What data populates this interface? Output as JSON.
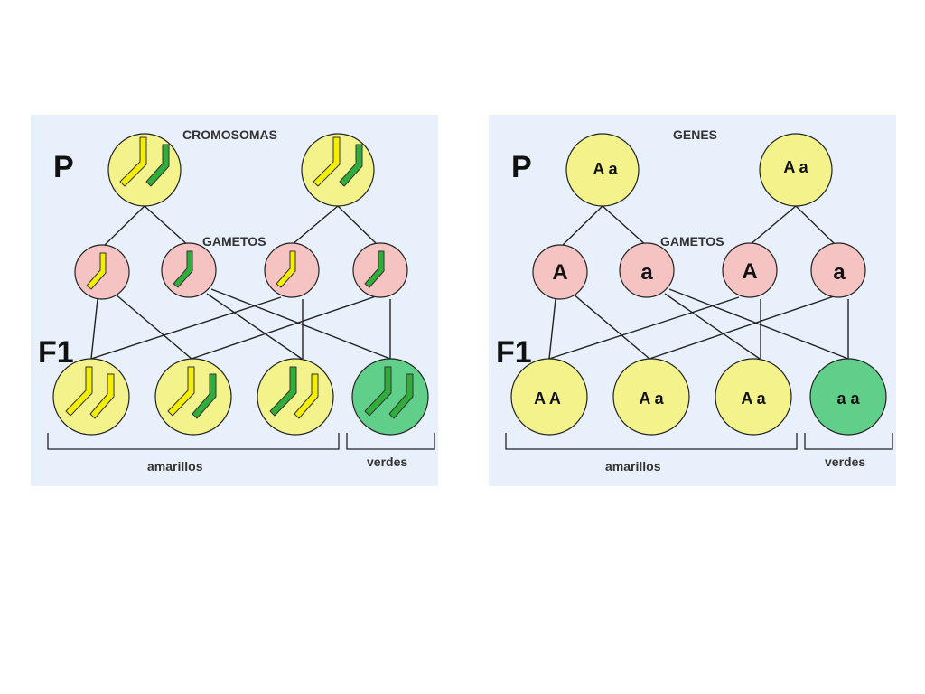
{
  "colors": {
    "panel_bg": "#e8f1fb",
    "yellow_circle": "#f4f28a",
    "pink_circle": "#f6c3c3",
    "green_circle": "#5fcf8a",
    "yellow_chromosome": "#f4ee00",
    "green_chromosome": "#2fae3a",
    "line": "#222222"
  },
  "left": {
    "generation_p": "P",
    "generation_f1": "F1",
    "parents_label": "CROMOSOMAS",
    "gametes_label": "GAMETOS",
    "offspring_group_1": "amarillos",
    "offspring_group_2": "verdes",
    "parents": [
      {
        "chromosomes": [
          "yellow",
          "green"
        ]
      },
      {
        "chromosomes": [
          "yellow",
          "green"
        ]
      }
    ],
    "gametes": [
      {
        "chromosome": "yellow"
      },
      {
        "chromosome": "green"
      },
      {
        "chromosome": "yellow"
      },
      {
        "chromosome": "green"
      }
    ],
    "offspring": [
      {
        "chromosomes": [
          "yellow",
          "yellow"
        ],
        "phenotype": "yellow"
      },
      {
        "chromosomes": [
          "yellow",
          "green"
        ],
        "phenotype": "yellow"
      },
      {
        "chromosomes": [
          "green",
          "yellow"
        ],
        "phenotype": "yellow"
      },
      {
        "chromosomes": [
          "green",
          "green"
        ],
        "phenotype": "green"
      }
    ]
  },
  "right": {
    "generation_p": "P",
    "generation_f1": "F1",
    "parents_label": "GENES",
    "gametes_label": "GAMETOS",
    "offspring_group_1": "amarillos",
    "offspring_group_2": "verdes",
    "parents": [
      "A a",
      "A a"
    ],
    "gametes": [
      "A",
      "a",
      "A",
      "a"
    ],
    "offspring": [
      {
        "genotype": "A A",
        "phenotype": "yellow"
      },
      {
        "genotype": "A a",
        "phenotype": "yellow"
      },
      {
        "genotype": "A a",
        "phenotype": "yellow"
      },
      {
        "genotype": "a a",
        "phenotype": "green"
      }
    ]
  }
}
